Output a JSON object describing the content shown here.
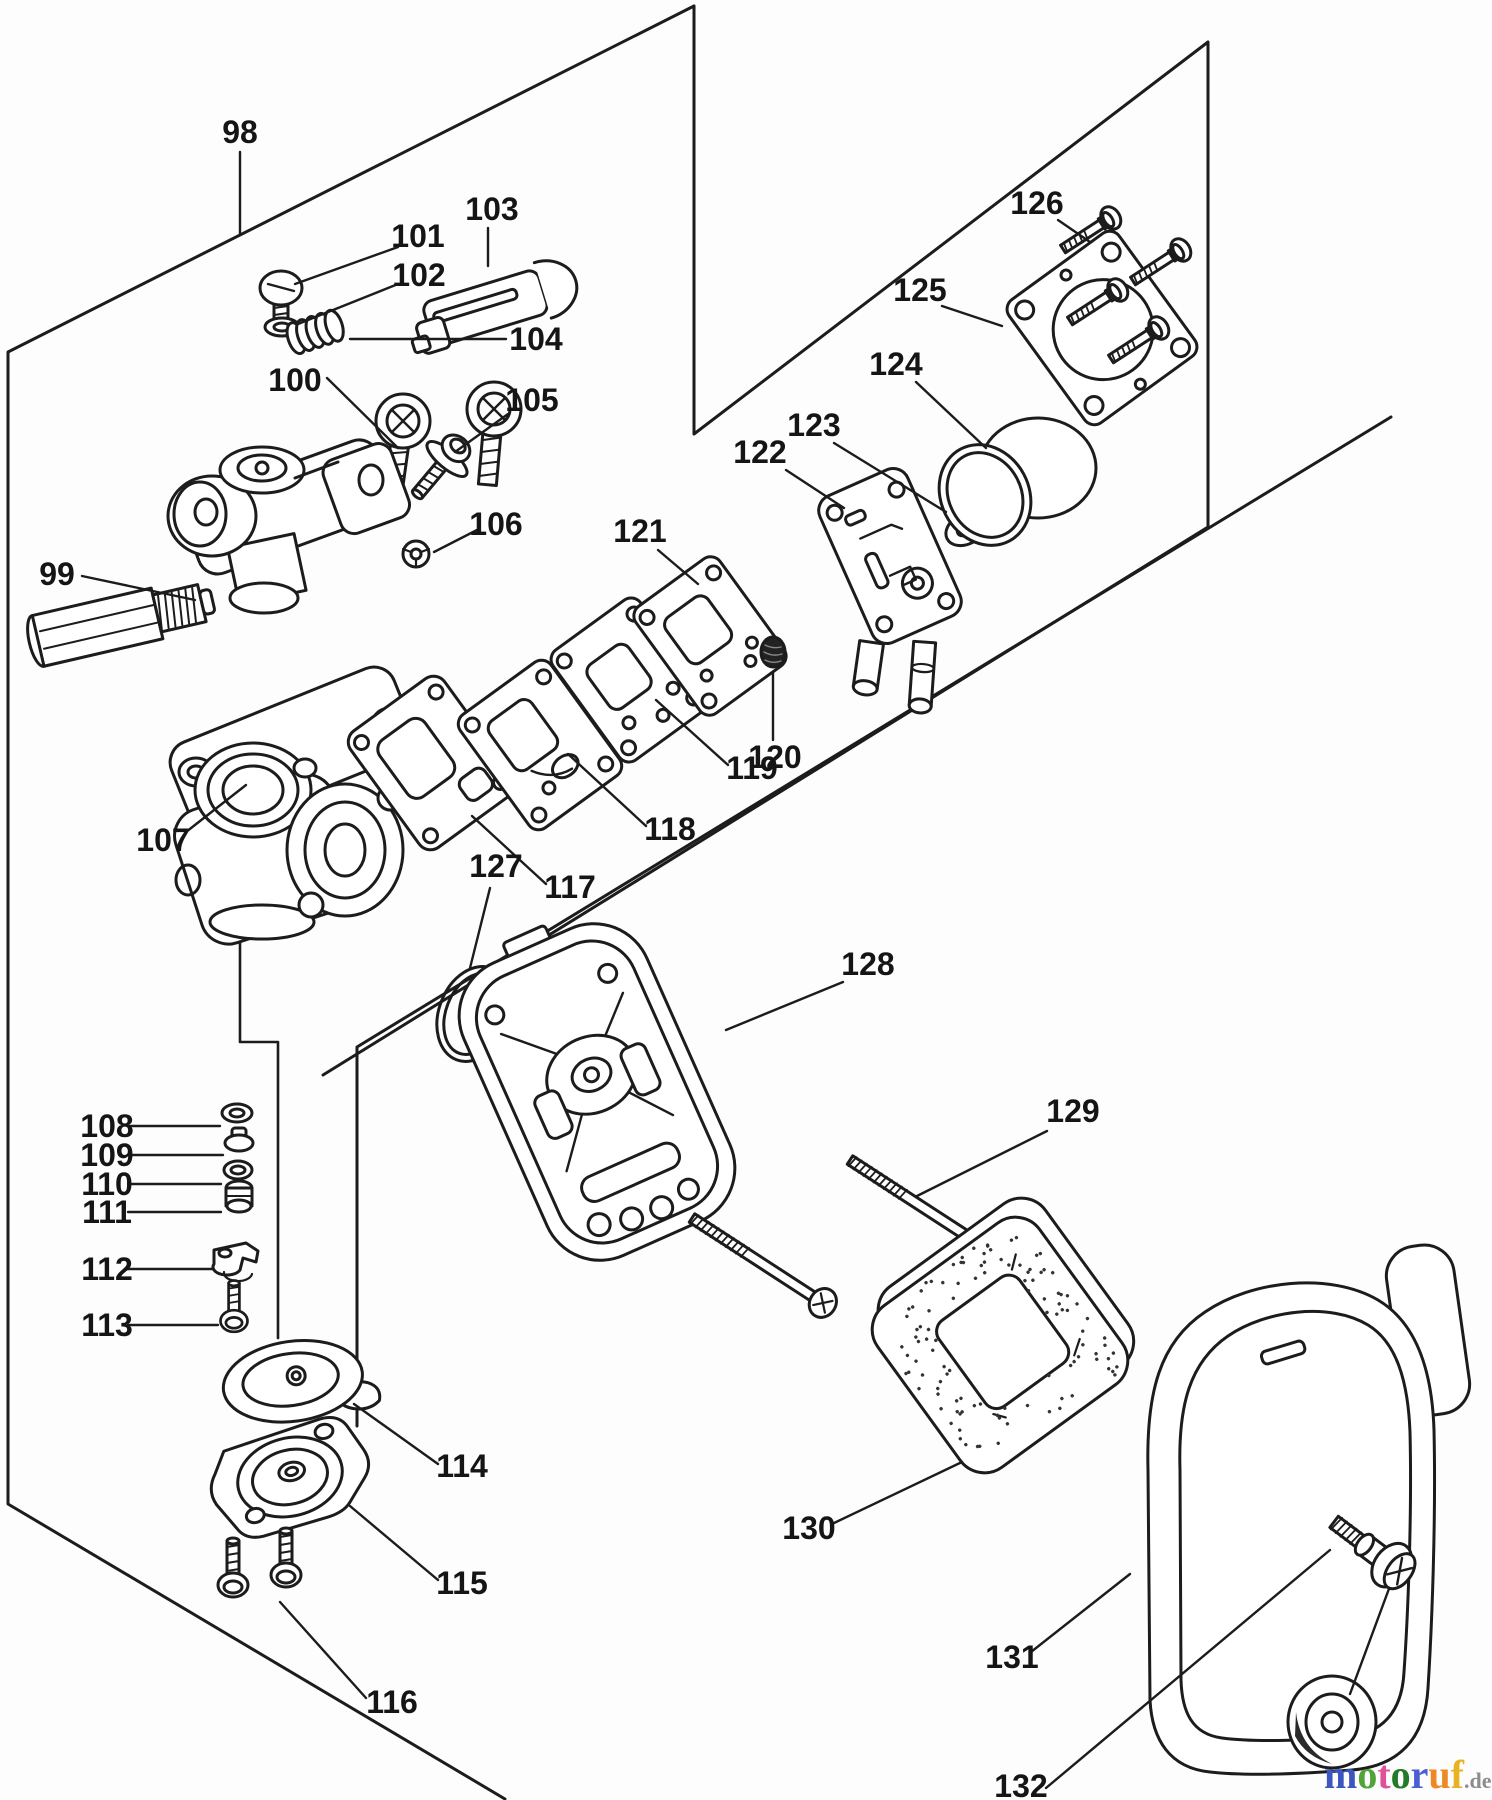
{
  "diagram": {
    "part_labels": [
      "98",
      "99",
      "100",
      "101",
      "102",
      "103",
      "104",
      "105",
      "106",
      "107",
      "108",
      "109",
      "110",
      "111",
      "112",
      "113",
      "114",
      "115",
      "116",
      "117",
      "118",
      "119",
      "120",
      "121",
      "122",
      "123",
      "124",
      "125",
      "126",
      "127",
      "128",
      "129",
      "130",
      "131",
      "132"
    ]
  },
  "watermark": {
    "letters": [
      {
        "ch": "m",
        "color": "#3c55c0"
      },
      {
        "ch": "o",
        "color": "#52a43a"
      },
      {
        "ch": "t",
        "color": "#e0519c"
      },
      {
        "ch": "o",
        "color": "#237a28"
      },
      {
        "ch": "r",
        "color": "#4a5fd4"
      },
      {
        "ch": "u",
        "color": "#ed8a24"
      },
      {
        "ch": "f",
        "color": "#e8b322"
      }
    ],
    "suffix": {
      "text": ".de",
      "color": "#8c8c8c"
    }
  }
}
